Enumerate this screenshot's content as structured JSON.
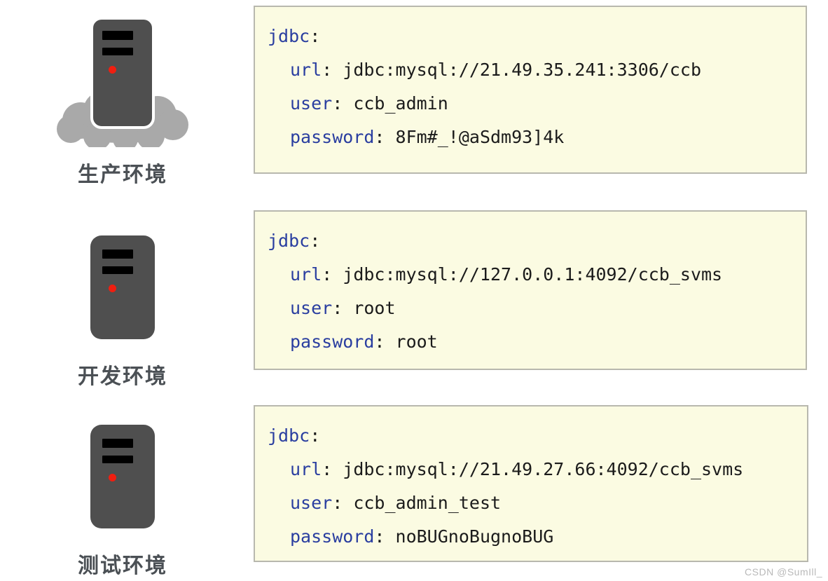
{
  "environments": [
    {
      "label": "生产环境",
      "icon": "server-tower-cloud-icon",
      "has_cloud": true,
      "config": {
        "root_key": "jdbc",
        "entries": [
          {
            "key": "url",
            "value": "jdbc:mysql://21.49.35.241:3306/ccb"
          },
          {
            "key": "user",
            "value": "ccb_admin"
          },
          {
            "key": "password",
            "value": "8Fm#_!@aSdm93]4k"
          }
        ]
      }
    },
    {
      "label": "开发环境",
      "icon": "server-tower-icon",
      "has_cloud": false,
      "config": {
        "root_key": "jdbc",
        "entries": [
          {
            "key": "url",
            "value": "jdbc:mysql://127.0.0.1:4092/ccb_svms"
          },
          {
            "key": "user",
            "value": "root"
          },
          {
            "key": "password",
            "value": "root"
          }
        ]
      }
    },
    {
      "label": "测试环境",
      "icon": "server-tower-icon",
      "has_cloud": false,
      "config": {
        "root_key": "jdbc",
        "entries": [
          {
            "key": "url",
            "value": "jdbc:mysql://21.49.27.66:4092/ccb_svms"
          },
          {
            "key": "user",
            "value": "ccb_admin_test"
          },
          {
            "key": "password",
            "value": "noBUGnoBugnoBUG"
          }
        ]
      }
    }
  ],
  "syntax": {
    "colon": ":",
    "colon_space": ": "
  },
  "watermark": "CSDN @SumIll_",
  "colors": {
    "key_blue": "#2a3ea0",
    "code_bg": "#fbfbe2",
    "code_border": "#b8b8ae",
    "tower_gray": "#4f4f4f",
    "cloud_gray": "#a9a9a9",
    "led_red": "#f01e10",
    "label_gray": "#4b5055",
    "watermark_gray": "#b9b9b9"
  }
}
